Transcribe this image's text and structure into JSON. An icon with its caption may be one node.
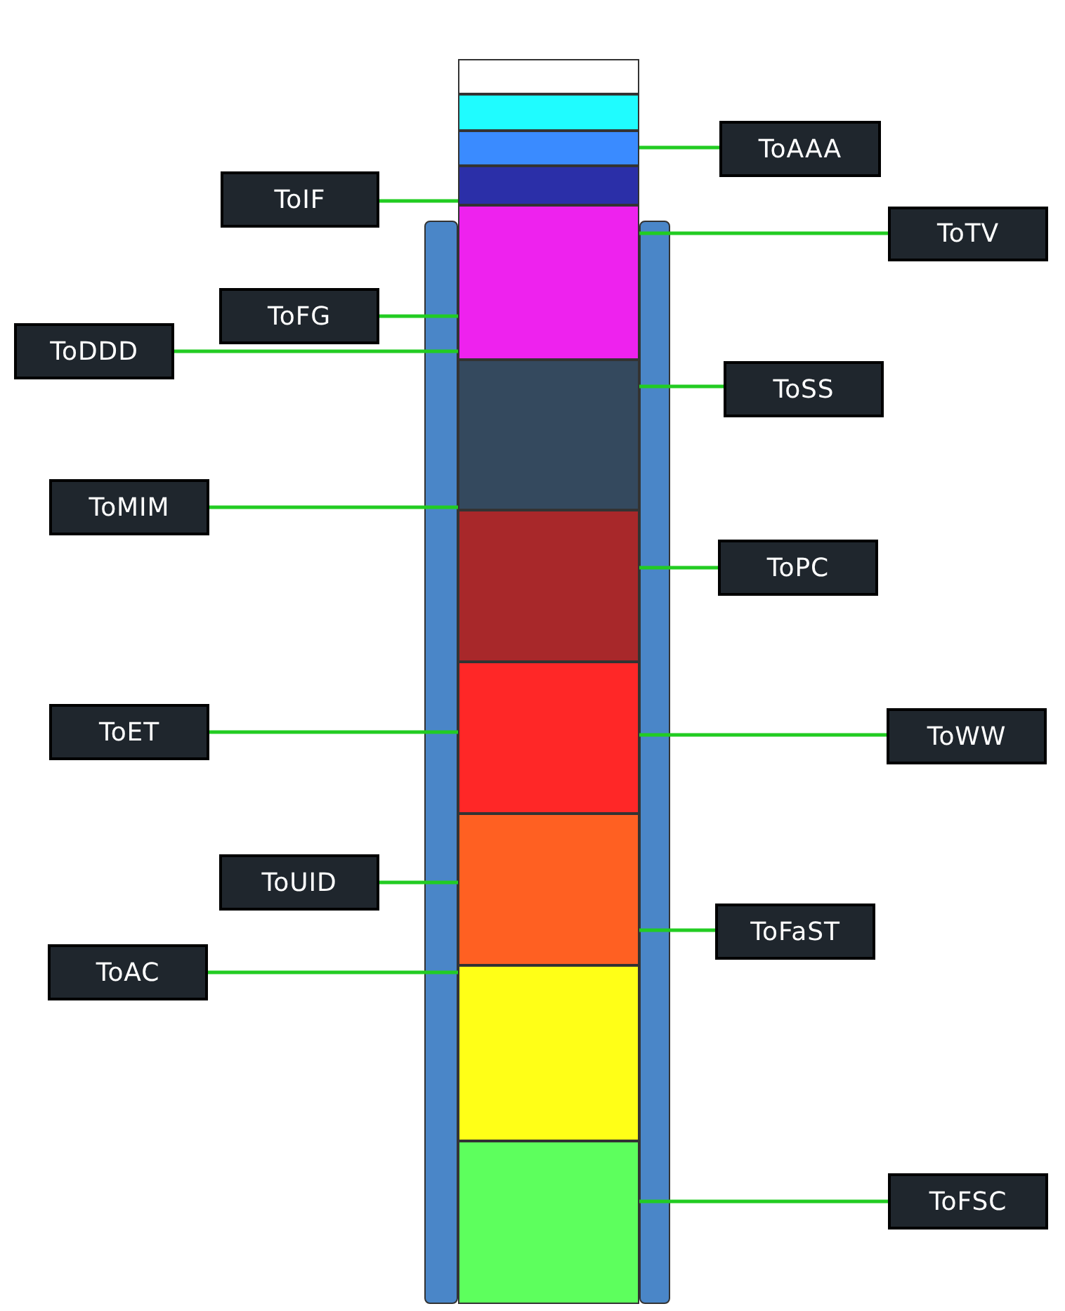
{
  "diagram": {
    "nodes": [
      {
        "text": [],
        "shape": "box"
      },
      {
        "text": [],
        "shape": "box"
      },
      {
        "text": [],
        "shape": "box"
      },
      {
        "text": [],
        "shape": "box"
      },
      {
        "text": [],
        "shape": "box"
      },
      {
        "text": [],
        "shape": "box"
      },
      {
        "text": [],
        "shape": "box"
      },
      {
        "text": [],
        "shape": "box"
      },
      {
        "text": [],
        "shape": "box"
      },
      {
        "text": [],
        "shape": "box"
      },
      {
        "text": [],
        "shape": "box"
      },
      {
        "text": [
          "ToAAA"
        ]
      },
      {
        "text": [
          "ToIF"
        ]
      },
      {
        "text": [
          "ToTV"
        ]
      },
      {
        "text": [
          "ToFG"
        ]
      },
      {
        "text": [
          "ToDDD"
        ]
      },
      {
        "text": [
          "ToSS"
        ]
      },
      {
        "text": [
          "ToMIM"
        ]
      },
      {
        "text": [
          "ToPC"
        ]
      },
      {
        "text": [
          "ToET"
        ]
      },
      {
        "text": [
          "ToWW"
        ]
      },
      {
        "text": [
          "ToUID"
        ]
      },
      {
        "text": [
          "ToFaST"
        ]
      },
      {
        "text": [
          "ToAC"
        ]
      },
      {
        "text": [
          "ToFSC"
        ]
      },
      {
        "text": [],
        "shape": "bar"
      },
      {
        "text": [],
        "shape": "bar"
      }
    ],
    "edges": [
      {
        "from": 11,
        "to": 2,
        "arrow": "none"
      },
      {
        "from": 12,
        "to": 3,
        "arrow": "none"
      },
      {
        "from": 13,
        "to": 4,
        "arrow": "none"
      },
      {
        "from": 14,
        "to": 4,
        "arrow": "none"
      },
      {
        "from": 15,
        "to": 4,
        "arrow": "none"
      },
      {
        "from": 16,
        "to": 5,
        "arrow": "none"
      },
      {
        "from": 17,
        "to": 5,
        "arrow": "none"
      },
      {
        "from": 18,
        "to": 6,
        "arrow": "none"
      },
      {
        "from": 19,
        "to": 7,
        "arrow": "none"
      },
      {
        "from": 20,
        "to": 7,
        "arrow": "none"
      },
      {
        "from": 21,
        "to": 8,
        "arrow": "none"
      },
      {
        "from": 22,
        "to": 8,
        "arrow": "none"
      },
      {
        "from": 23,
        "to": 9,
        "arrow": "none"
      },
      {
        "from": 24,
        "to": 10,
        "arrow": "none"
      }
    ]
  }
}
